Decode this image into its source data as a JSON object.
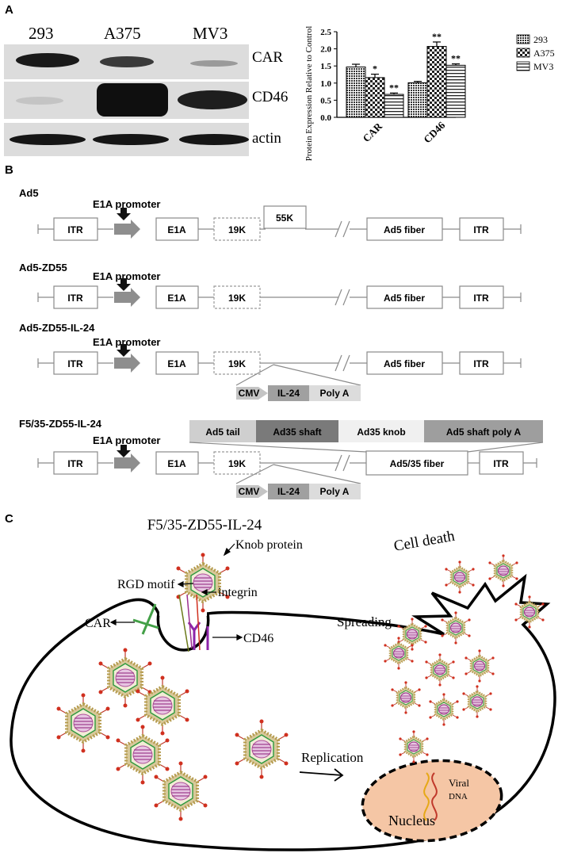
{
  "panel_a": {
    "letter": "A",
    "lanes": [
      "293",
      "A375",
      "MV3"
    ],
    "blot_rows": [
      "CAR",
      "CD46",
      "actin"
    ],
    "chart_data": {
      "type": "bar",
      "categories": [
        "CAR",
        "CD46"
      ],
      "series": [
        {
          "name": "293",
          "values": [
            1.47,
            1.01
          ],
          "errors": [
            0.08,
            0.04
          ],
          "sig": [
            "",
            ""
          ],
          "pattern": "dots"
        },
        {
          "name": "A375",
          "values": [
            1.16,
            2.07
          ],
          "errors": [
            0.1,
            0.13
          ],
          "sig": [
            "*",
            "**"
          ],
          "pattern": "checker"
        },
        {
          "name": "MV3",
          "values": [
            0.67,
            1.52
          ],
          "errors": [
            0.04,
            0.04
          ],
          "sig": [
            "**",
            "**"
          ],
          "pattern": "hlines"
        }
      ],
      "ylabel": "Protein Expression Relative to Control",
      "ylim": [
        0,
        2.5
      ],
      "yticks": [
        "0.0",
        "0.5",
        "1.0",
        "1.5",
        "2.0",
        "2.5"
      ],
      "legend_position": "right"
    }
  },
  "panel_b": {
    "letter": "B",
    "constructs": [
      {
        "name": "Ad5"
      },
      {
        "name": "Ad5-ZD55"
      },
      {
        "name": "Ad5-ZD55-IL-24"
      },
      {
        "name": "F5/35-ZD55-IL-24"
      }
    ],
    "promoter_label": "E1A promoter",
    "gene_labels": {
      "itr": "ITR",
      "e1a": "E1A",
      "k19": "19K",
      "k55": "55K",
      "ad5_fiber": "Ad5 fiber",
      "chimeric_fiber": "Ad5/35 fiber",
      "cmv": "CMV",
      "il24": "IL-24",
      "polya": "Poly A"
    },
    "fiber_segments": [
      "Ad5  tail",
      "Ad35 shaft",
      "Ad35 knob",
      "Ad5 shaft poly A"
    ]
  },
  "panel_c": {
    "letter": "C",
    "title": "F5/35-ZD55-IL-24",
    "labels": {
      "knob": "Knob protein",
      "rgd": "RGD motif",
      "integrin": "integrin",
      "car": "CAR",
      "cd46": "CD46",
      "cell_death": "Cell death",
      "spreading": "Spreading",
      "replication": "Replication",
      "viral": "Viral",
      "dna": "DNA",
      "nucleus": "Nucleus"
    }
  },
  "colors": {
    "blot_bg": "#dcdcdc",
    "nucleus_fill": "#f5c6a5",
    "capsid_fill": "#c9b88a",
    "genome": "#b0509c",
    "spike": "#d0301f",
    "car_receptor": "#43a047",
    "cd46_receptor": "#8e24aa"
  }
}
